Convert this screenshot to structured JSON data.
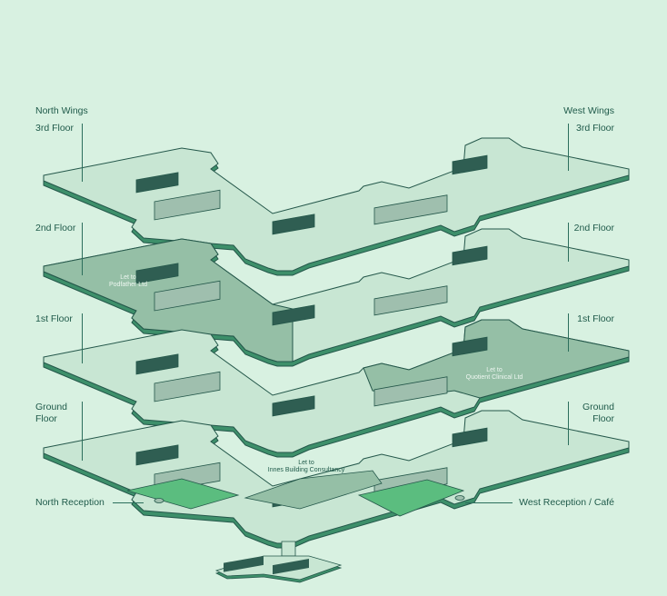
{
  "labels": {
    "north_wings": "North Wings",
    "west_wings": "West Wings",
    "floor3": "3rd Floor",
    "floor2": "2nd Floor",
    "floor1": "1st Floor",
    "ground_line1": "Ground",
    "ground_line2": "Floor",
    "north_reception": "North Reception",
    "west_reception": "West Reception / Café"
  },
  "lets": {
    "podfather_line1": "Let to",
    "podfather_line2": "Podfather Ltd",
    "quotient_line1": "Let to",
    "quotient_line2": "Quotient Clinical Ltd",
    "innes_line1": "Let to",
    "innes_line2": "Innes Building Consultancy"
  },
  "colors": {
    "background": "#d8f1e1",
    "floor_fill": "#c8e6d3",
    "floor_let": "#95bfa6",
    "floor_edge": "#3d8f6a",
    "outline": "#24574a",
    "core_dark": "#2f5e52",
    "core_mid": "#9fbfae",
    "reception": "#5bbd7f"
  }
}
